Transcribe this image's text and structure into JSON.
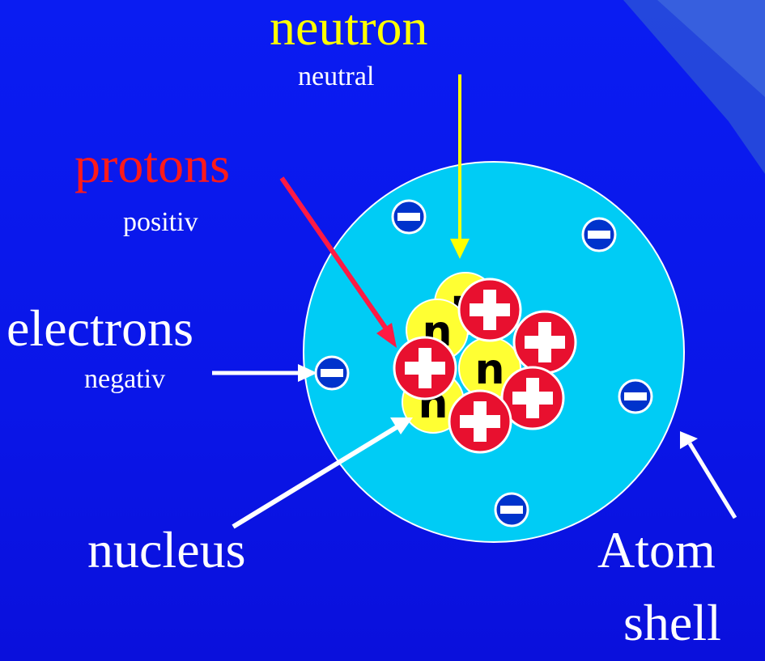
{
  "labels": {
    "neutron": "neutron",
    "neutral": "neutral",
    "protons": "protons",
    "positiv": "positiv",
    "electrons": "electrons",
    "negativ": "negativ",
    "nucleus": "nucleus",
    "atom": "Atom",
    "shell": "shell"
  },
  "symbols": {
    "neutron": "n"
  },
  "colors": {
    "background": "#0a18ee",
    "shell_fill": "#00ccf5",
    "neutron_label": "#ffff00",
    "protons_label": "#ff1a1a",
    "neutron_ball": "#ffff33",
    "proton_ball": "#e8102f",
    "electron_ball": "#0033cc",
    "neutron_arrow": "#ffff00",
    "proton_arrow": "#ff1a44",
    "white_arrow": "#ffffff"
  },
  "icons": {
    "proton": "plus-in-red-circle",
    "neutron": "letter-n-in-yellow-circle",
    "electron": "minus-in-blue-circle"
  }
}
